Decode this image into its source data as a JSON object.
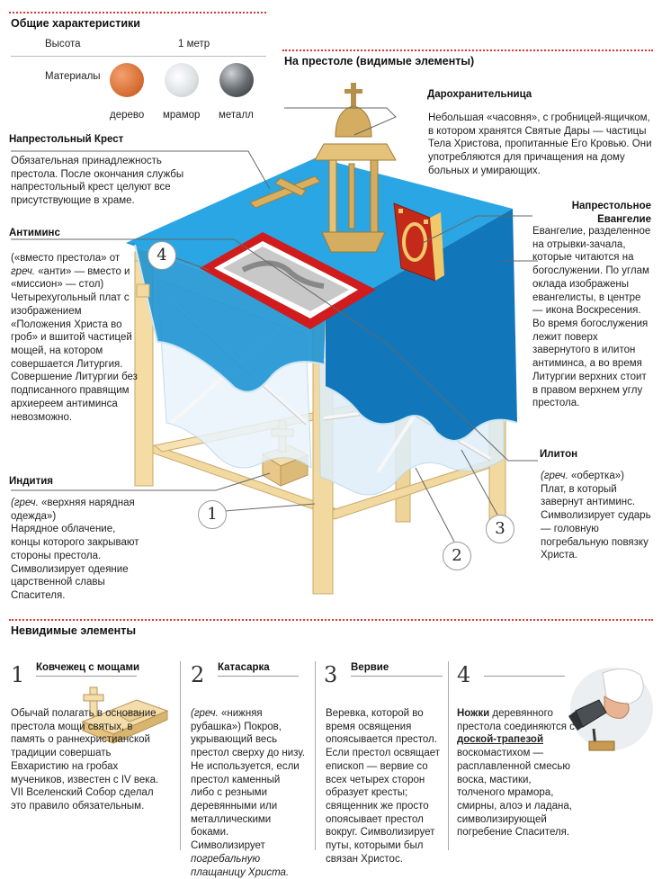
{
  "general": {
    "title": "Общие характеристики",
    "height_label": "Высота",
    "height_value": "1 метр",
    "materials_label": "Материалы",
    "materials": [
      {
        "name": "дерево",
        "color": "#e07a3c"
      },
      {
        "name": "мрамор",
        "color": "#d8dde0"
      },
      {
        "name": "металл",
        "color": "#555a60"
      }
    ]
  },
  "visible": {
    "title": "На престоле (видимые элементы)"
  },
  "cross": {
    "title": "Напрестольный Крест",
    "text": "Обязательная принадлежность престола. После окончания службы напрестольный крест целуют все присутствующие в храме."
  },
  "darohran": {
    "title": "Дарохранительница",
    "text": "Небольшая «часовня», с гробницей-ящичком, в котором хранятся Святые Дары — частицы Тела Христова, пропитанные Его Кровью. Они употребляются для причащения на дому больных и умирающих."
  },
  "gospel": {
    "title": "Напрестольное Евангелие",
    "text": "Евангелие, разделенное на отрывки-зачала, которые читаются на богослужении. По углам оклада изображены евангелисты, в центре — икона Воскресения. Во время богослужения лежит поверх завернутого в илитон антиминса, а во время Литургии верхних стоит в правом верхнем углу престола."
  },
  "antimins": {
    "title": "Антиминс",
    "text_pre": "(«вместо престола» от ",
    "greek": "греч.",
    "text_post": " «анти» — вместо и «миссион» — стол) Четырехугольный плат с изображением «Положения Христа во гроб» и вшитой частицей мощей, на котором совершается Литургия. Совершение Литургии без подписанного правящим архиереем антиминса невозможно."
  },
  "iliton": {
    "title": "Илитон",
    "greek": "(греч.",
    "text_a": " «обертка»)",
    "text_b": "Плат, в который завернут антиминс. Символизирует сударь — головную погребальную повязку Христа."
  },
  "inditia": {
    "title": "Индития",
    "greek": "(греч.",
    "text_a": " «верхняя нарядная одежда»)",
    "text_b": "Нарядное облачение, концы которого закрывают стороны престола. Символизирует одеяние царственной славы Спасителя."
  },
  "markers": [
    "1",
    "2",
    "3",
    "4"
  ],
  "invisible": {
    "title": "Невидимые элементы",
    "items": [
      {
        "num": "1",
        "title": "Ковчежец с мощами",
        "text": "Обычай полагать в основание престола мощи святых, в память о раннехристианской традиции совершать Евхаристию на гробах мучеников, известен с IV века. VII Вселенский Собор сделал это правило обязательным."
      },
      {
        "num": "2",
        "title": "Катасарка",
        "greek": "(греч.",
        "text_a": " «нижняя рубашка») Покров, укрывающий весь престол сверху до низу. Не используется, если престол каменный либо с резными деревянными или металлическими боками. Символизирует ",
        "text_b": "погребальную плащаницу Христа."
      },
      {
        "num": "3",
        "title": "Вервие",
        "text": "Веревка, которой во время освящения опоясывается престол. Если престол освящает епископ — вервие со всех четырех сторон образует кресты; священник же просто опоясывает престол вокруг. Символизирует путы, которыми был связан Христос."
      },
      {
        "num": "4",
        "title": "",
        "bold1": "Ножки",
        "text_a": " деревянного престола соединяются с ",
        "bold2": "доской-трапезой",
        "text_b": " воскомастихом — расплавленной смесью воска, мастики, толченого мрамора, смирны, алоэ и ладана, символизирующей погребение Спасителя."
      }
    ]
  },
  "colors": {
    "accent": "#d33333",
    "cloth": "#2aa6e4",
    "wood": "#f2d9a0",
    "gold": "#d8b060",
    "red": "#c82020"
  }
}
